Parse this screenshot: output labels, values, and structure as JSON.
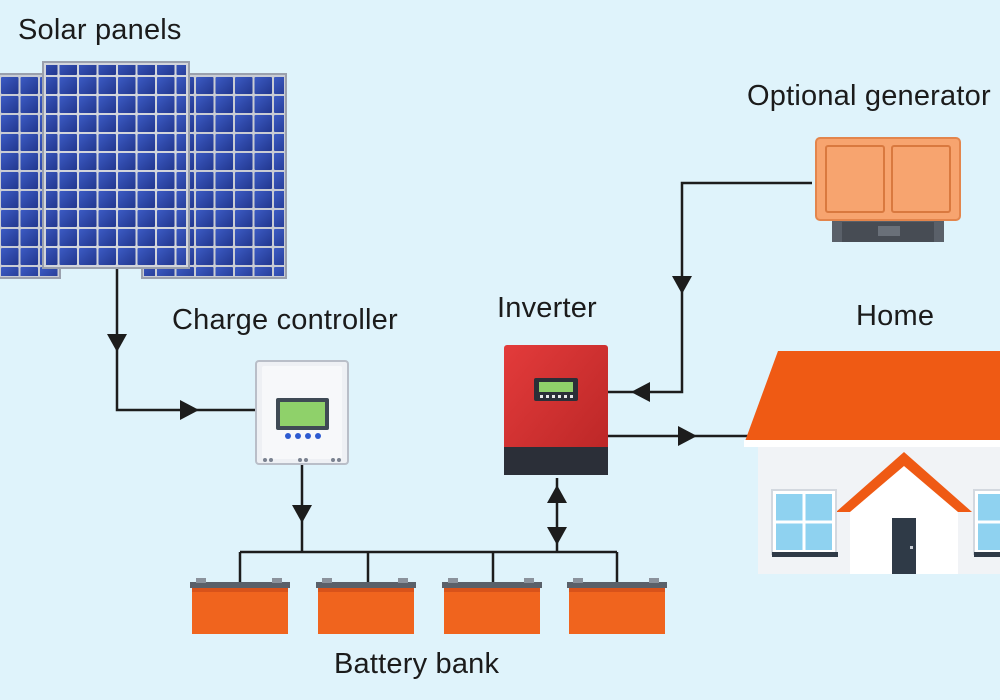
{
  "labels": {
    "solar_panels": "Solar panels",
    "optional_generator": "Optional generator",
    "charge_controller": "Charge controller",
    "inverter": "Inverter",
    "home": "Home",
    "battery_bank": "Battery bank"
  },
  "colors": {
    "background": "#dff3fb",
    "panel_blue": "#2d44a0",
    "line": "#1c1c1c",
    "battery_orange": "#f0641e",
    "roof_orange": "#ef5a14",
    "generator_orange": "#f7a46f",
    "inverter_red": "#e03a3a"
  },
  "components": {
    "solar_panels": {
      "icon": "solar-panel-icon"
    },
    "charge_controller": {
      "icon": "charge-controller-icon"
    },
    "inverter": {
      "icon": "inverter-icon"
    },
    "generator": {
      "icon": "generator-icon"
    },
    "home": {
      "icon": "house-icon"
    },
    "batteries": {
      "count": 4,
      "icon": "battery-icon"
    }
  }
}
